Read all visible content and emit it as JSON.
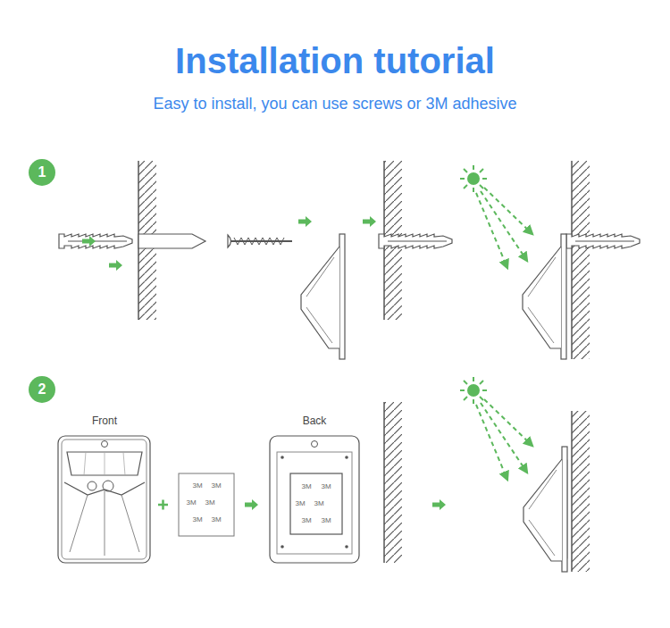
{
  "diagram": {
    "title": "Installation tutorial",
    "caption": "Easy to install, you can use screws or 3M adhesive",
    "nodes": [
      {
        "text": [
          "1"
        ]
      },
      {
        "text": [
          "2"
        ]
      }
    ],
    "labels": [
      "Front",
      "Back",
      "3M",
      "3M",
      "3M",
      "3M",
      "3M",
      "3M",
      "3M",
      "3M",
      "3M",
      "3M",
      "3M",
      "3M"
    ]
  }
}
